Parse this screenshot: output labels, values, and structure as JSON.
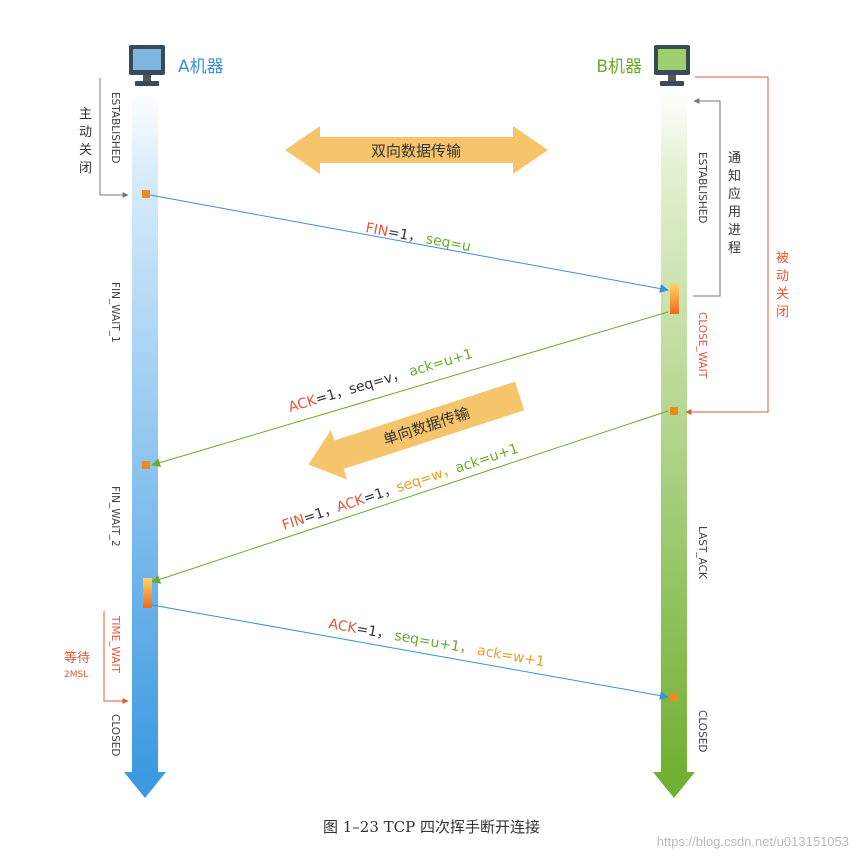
{
  "machines": {
    "a": "A机器",
    "b": "B机器"
  },
  "states": {
    "a_established": "ESTABLISHED",
    "a_fin_wait_1": "FIN_WAIT_1",
    "a_fin_wait_2": "FIN_WAIT_2",
    "a_time_wait": "TIME_WAIT",
    "a_closed": "CLOSED",
    "b_established": "ESTABLISHED",
    "b_close_wait": "CLOSE_WAIT",
    "b_last_ack": "LAST_ACK",
    "b_closed": "CLOSED"
  },
  "notes": {
    "active_close": "主动关闭",
    "passive_close": "被动关闭",
    "notify_app": "通知应用进程",
    "wait": "等待",
    "wait_2msl": "2MSL"
  },
  "transfers": {
    "bidirectional": "双向数据传输",
    "unidirectional": "单向数据传输"
  },
  "messages": {
    "m1": {
      "fin": "FIN",
      "rest": "=1，",
      "seq": "seq=u"
    },
    "m2": {
      "ack": "ACK",
      "rest": "=1，seq=v，",
      "ack_val": "ack=u+1"
    },
    "m3": {
      "fin": "FIN",
      "rest1": "=1，",
      "ack": "ACK",
      "rest2": "=1，",
      "seq": "seq=w，",
      "ack_val": "ack=u+1"
    },
    "m4": {
      "ack": "ACK",
      "rest": "=1，",
      "seq": "seq=u+1，",
      "ack_val": "ack=w+1"
    }
  },
  "caption": "图 1–23   TCP 四次挥手断开连接",
  "watermark": "https://blog.csdn.net/u013151053",
  "colors": {
    "a_line": "#4aa3e6",
    "b_line": "#7dbb3c",
    "red": "#e2573b",
    "green": "#6aaa2c",
    "orange": "#e8a020",
    "band": "#f6c46a",
    "marker": "#f08a1c"
  }
}
